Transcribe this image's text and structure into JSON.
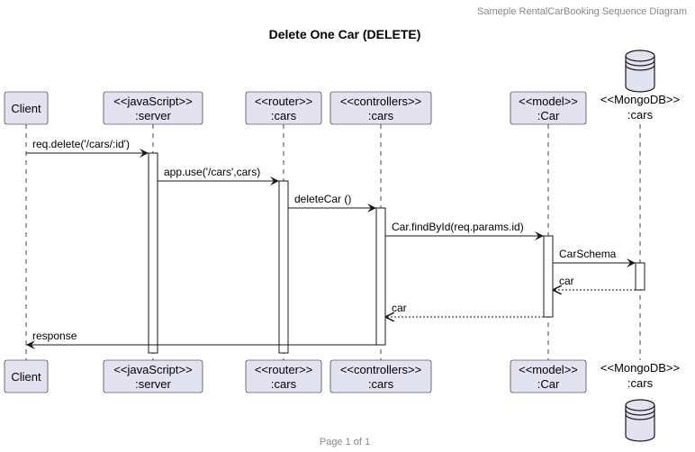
{
  "header": "Sameple RentalCarBooking Sequence Diagram",
  "title": "Delete One Car (DELETE)",
  "footer": "Page 1 of 1",
  "colors": {
    "participant_fill": "#e2e2f0",
    "participant_stroke": "#181818",
    "lifeline": "#181818",
    "activation_fill": "#ffffff",
    "text": "#000000",
    "muted_text": "#888888"
  },
  "participants": [
    {
      "id": "client",
      "kind": "actor-box",
      "lines": [
        "Client"
      ]
    },
    {
      "id": "server",
      "kind": "box",
      "lines": [
        "<<javaScript>>",
        ":server"
      ]
    },
    {
      "id": "router",
      "kind": "box",
      "lines": [
        "<<router>>",
        ":cars"
      ]
    },
    {
      "id": "controllers",
      "kind": "box",
      "lines": [
        "<<controllers>>",
        ":cars"
      ]
    },
    {
      "id": "model",
      "kind": "box",
      "lines": [
        "<<model>>",
        ":Car"
      ]
    },
    {
      "id": "mongodb",
      "kind": "database",
      "lines": [
        "<<MongoDB>>",
        ":cars"
      ]
    }
  ],
  "messages": [
    {
      "from": "client",
      "to": "server",
      "label": "req.delete('/cars/:id')",
      "style": "solid"
    },
    {
      "from": "server",
      "to": "router",
      "label": "app.use('/cars',cars)",
      "style": "solid"
    },
    {
      "from": "router",
      "to": "controllers",
      "label": "deleteCar ()",
      "style": "solid"
    },
    {
      "from": "controllers",
      "to": "model",
      "label": "Car.findById(req.params.id)",
      "style": "solid"
    },
    {
      "from": "model",
      "to": "mongodb",
      "label": "CarSchema",
      "style": "solid"
    },
    {
      "from": "mongodb",
      "to": "model",
      "label": "car",
      "style": "dashed"
    },
    {
      "from": "model",
      "to": "controllers",
      "label": "car",
      "style": "dashed"
    },
    {
      "from": "controllers",
      "to": "client",
      "label": "response",
      "style": "solid"
    }
  ]
}
